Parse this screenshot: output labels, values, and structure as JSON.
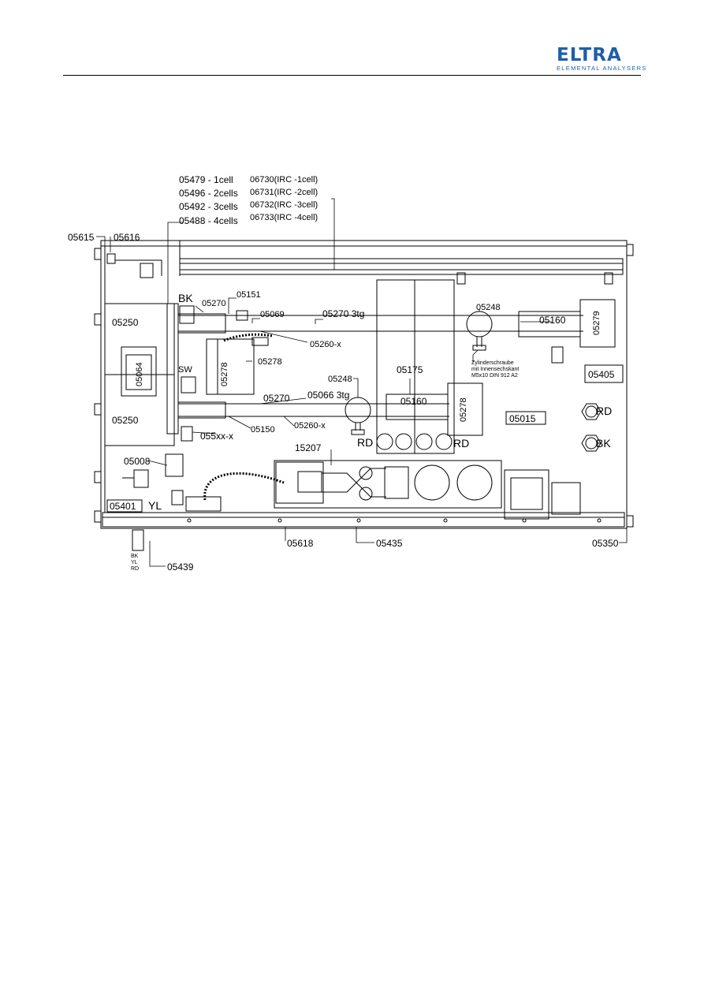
{
  "header": {
    "brand_name": "ELTRA",
    "brand_tagline": "ELEMENTAL ANALYSERS",
    "brand_color": "#1e5fa8"
  },
  "diagram": {
    "labels": {
      "cell_1": "05479 - 1cell",
      "cell_2": "05496 - 2cells",
      "cell_3": "05492 - 3cells",
      "cell_4": "05488 - 4cells",
      "irc_1": "06730(IRC -1cell)",
      "irc_2": "06731(IRC -2cell)",
      "irc_3": "06732(IRC -3cell)",
      "irc_4": "06733(IRC -4cell)",
      "p05615": "05615",
      "p05616": "05616",
      "bk_top": "BK",
      "p05270_a": "05270",
      "p05151": "05151",
      "p05069": "05069",
      "p05270_3tg": "05270 3tg",
      "p05248_a": "05248",
      "p05160_a": "05160",
      "p05279": "05279",
      "p05250_a": "05250",
      "p05064": "05064",
      "p05260x_a": "05260-x",
      "p05278_a": "05278",
      "p05278_b": "05278",
      "sw": "SW",
      "screw_1": "Zylinderschraube",
      "screw_2": "mit Innensechskant",
      "screw_3": "M5x10 DIN 912 A2",
      "p05175": "05175",
      "p05248_b": "05248",
      "p05405": "05405",
      "p05270_b": "05270",
      "p05066_3tg": "05066 3tg",
      "p05160_b": "05160",
      "p05278_c": "05278",
      "p05250_b": "05250",
      "p05015": "05015",
      "rd_right": "RD",
      "p055xx": "055xx-x",
      "p05150": "05150",
      "p05260x_b": "05260-x",
      "rd_mid1": "RD",
      "rd_mid2": "RD",
      "bk_right": "BK",
      "p05008": "05008",
      "p15207": "15207",
      "p05401": "05401",
      "yl": "YL",
      "p05618": "05618",
      "p05435": "05435",
      "p05350": "05350",
      "p05439": "05439",
      "small_bk": "BK",
      "small_yl": "YL",
      "small_rd": "RD"
    }
  }
}
